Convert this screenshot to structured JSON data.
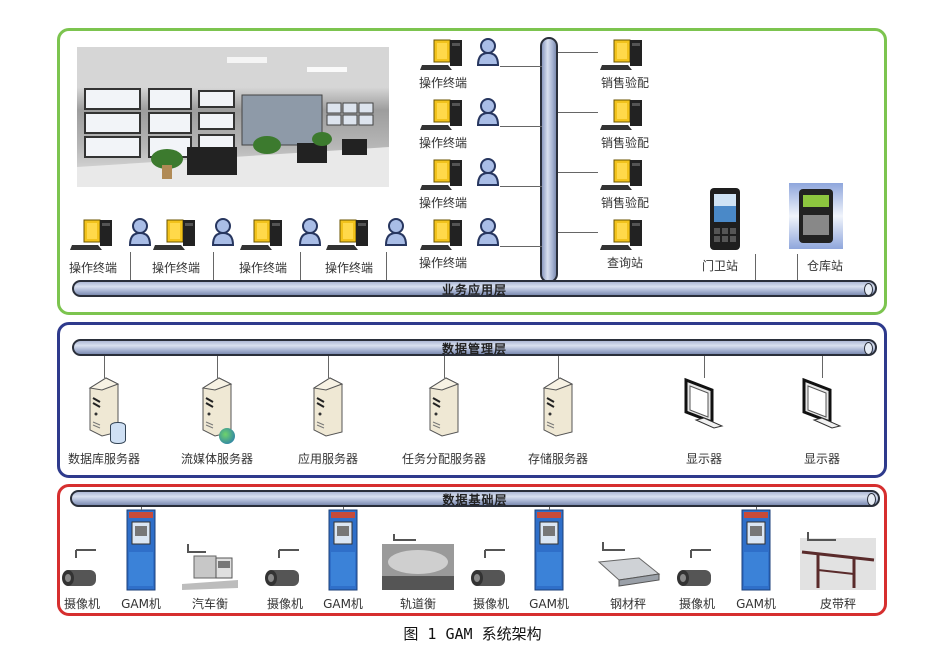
{
  "caption": "图 1  GAM 系统架构",
  "layers": {
    "application": {
      "name": "业务应用层",
      "border_color": "#7cc44f",
      "bottom_terminals": [
        "操作终端",
        "操作终端",
        "操作终端",
        "操作终端",
        "操作终端"
      ],
      "column_terminals": [
        "操作终端",
        "操作终端",
        "操作终端"
      ],
      "right_stations": [
        "销售验配",
        "销售验配",
        "销售验配",
        "查询站"
      ],
      "devices": [
        "门卫站",
        "仓库站"
      ]
    },
    "management": {
      "name": "数据管理层",
      "border_color": "#2e3a8c",
      "nodes": [
        "数据库服务器",
        "流媒体服务器",
        "应用服务器",
        "任务分配服务器",
        "存储服务器",
        "显示器",
        "显示器"
      ]
    },
    "base": {
      "name": "数据基础层",
      "border_color": "#d62f2f",
      "nodes": [
        "摄像机",
        "GAM机",
        "汽车衡",
        "摄像机",
        "GAM机",
        "轨道衡",
        "摄像机",
        "GAM机",
        "钢材秤",
        "摄像机",
        "GAM机",
        "皮带秤"
      ]
    }
  },
  "icons": {
    "terminal": "computer-icon",
    "user": "user-icon",
    "server": "server-icon",
    "monitor": "monitor-icon",
    "camera": "camera-icon",
    "kiosk": "gam-kiosk-icon"
  }
}
